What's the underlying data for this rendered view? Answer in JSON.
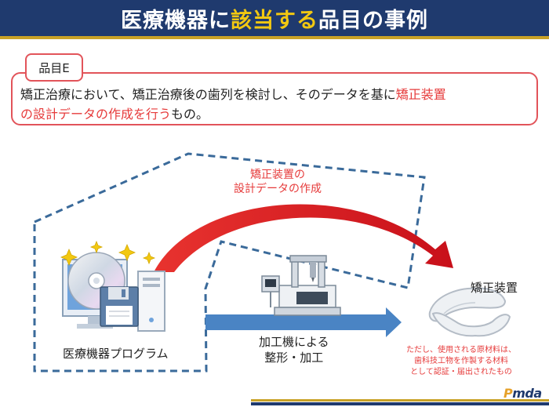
{
  "title": {
    "part1": "医療機器に",
    "highlight": "該当する",
    "part2": "品目の事例"
  },
  "item_label": "品目E",
  "description": {
    "text1": "矯正治療において、矯正治療後の歯列を検討し、そのデータを基に",
    "red1": "矯正装置",
    "red2": "の設計データの作成を行う",
    "text2": "もの。"
  },
  "diagram": {
    "arc_label_line1": "矯正装置の",
    "arc_label_line2": "設計データの作成",
    "program_label": "医療機器プログラム",
    "machining_line1": "加工機による",
    "machining_line2": "整形・加工",
    "appliance_label": "矯正装置",
    "note_line1": "ただし、使用される原材料は、",
    "note_line2": "歯科技工物を作製する材料",
    "note_line3": "として認証・届出されたもの"
  },
  "logo": {
    "p": "P",
    "rest": "mda"
  },
  "colors": {
    "title_bg": "#1f3a6e",
    "title_highlight": "#f2c811",
    "accent_red": "#e63b3b",
    "dashed_border": "#3a6a9a",
    "arrow_blue": "#4a84c4"
  },
  "icons": [
    "cd-disc-icon",
    "floppy-disk-icon",
    "computer-tower-icon",
    "monitor-icon",
    "sparkle-icon",
    "cnc-machine-icon",
    "dental-aligner-icon"
  ]
}
